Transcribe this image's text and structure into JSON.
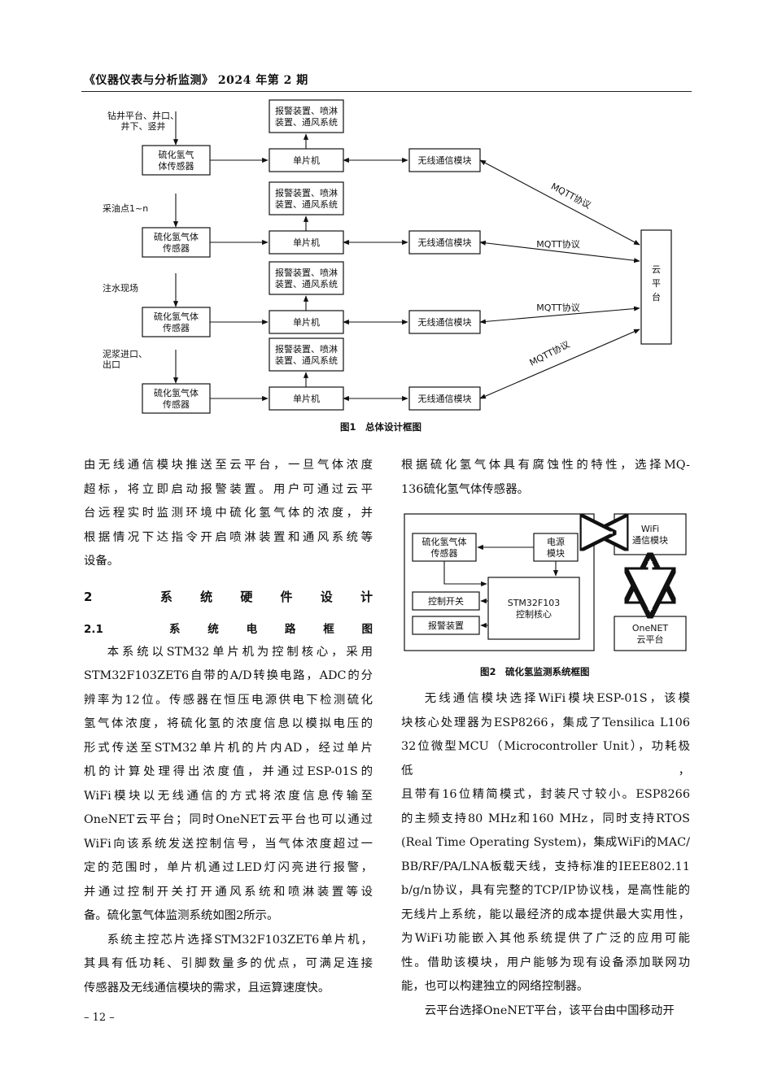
{
  "header": {
    "running_title": "《仪器仪表与分析监测》 2024 年第 2 期"
  },
  "figure1": {
    "caption": "图1　总体设计框图",
    "rows": [
      {
        "source_label": [
          "钻井平台、井口、",
          "井下、竖井"
        ],
        "sensor": [
          "硫化氢气",
          "体传感器"
        ],
        "actuator": [
          "报警装置、喷淋",
          "装置、通风系统"
        ],
        "mcu": "单片机",
        "wireless": "无线通信模块",
        "protocol": "MQTT协议"
      },
      {
        "source_label": [
          "采油点1~n"
        ],
        "sensor": [
          "硫化氢气体",
          "传感器"
        ],
        "actuator": [
          "报警装置、喷淋",
          "装置、通风系统"
        ],
        "mcu": "单片机",
        "wireless": "无线通信模块",
        "protocol": "MQTT协议"
      },
      {
        "source_label": [
          "注水现场"
        ],
        "sensor": [
          "硫化氢气体",
          "传感器"
        ],
        "actuator": [
          "报警装置、喷淋",
          "装置、通风系统"
        ],
        "mcu": "单片机",
        "wireless": "无线通信模块",
        "protocol": "MQTT协议"
      },
      {
        "source_label": [
          "泥浆进口、",
          "出口"
        ],
        "sensor": [
          "硫化氢气体",
          "传感器"
        ],
        "actuator": [
          "报警装置、喷淋",
          "装置、通风系统"
        ],
        "mcu": "单片机",
        "wireless": "无线通信模块",
        "protocol": "MQTT协议"
      }
    ],
    "cloud": [
      "云",
      "平",
      "台"
    ]
  },
  "figure2": {
    "caption": "图2　硫化氢监测系统框图",
    "sensor": [
      "硫化氢气体",
      "传感器"
    ],
    "power": [
      "电源",
      "模块"
    ],
    "core": [
      "STM32F103",
      "控制核心"
    ],
    "switch": "控制开关",
    "alarm": "报警装置",
    "wifi": [
      "WiFi",
      "通信模块"
    ],
    "onenet": [
      "OneNET",
      "云平台"
    ]
  },
  "left_column": {
    "para1": [
      "由无线通信模块推送至云平台，一旦气体浓度",
      "超标，将立即启动报警装置。用户可通过云平",
      "台远程实时监测环境中硫化氢气体的浓度，并",
      "根据情况下达指令开启喷淋装置和通风系统等",
      "设备。"
    ],
    "section_title": "2　系统硬件设计",
    "subsection_title": "2.1　系统电路框图",
    "para2": [
      "本系统以STM32单片机为控制核心，采用",
      "STM32F103ZET6自带的A/D转换电路，ADC的分",
      "辨率为12位。传感器在恒压电源供电下检测硫化",
      "氢气体浓度，将硫化氢的浓度信息以模拟电压的",
      "形式传送至STM32单片机的片内AD，经过单片",
      "机的计算处理得出浓度值，并通过ESP-01S的",
      "WiFi模块以无线通信的方式将浓度信息传输至",
      "OneNET云平台；同时OneNET云平台也可以通过",
      "WiFi向该系统发送控制信号，当气体浓度超过一",
      "定的范围时，单片机通过LED灯闪亮进行报警，",
      "并通过控制开关打开通风系统和喷淋装置等设",
      "备。硫化氢气体监测系统如图2所示。"
    ],
    "para3": [
      "系统主控芯片选择STM32F103ZET6单片机，",
      "其具有低功耗、引脚数量多的优点，可满足连接",
      "传感器及无线通信模块的需求，且运算速度快。"
    ]
  },
  "right_column": {
    "para1": [
      "根据硫化氢气体具有腐蚀性的特性，选择MQ-",
      "136硫化氢气体传感器。"
    ],
    "para2": [
      "无线通信模块选择WiFi模块ESP-01S，该模",
      "块核心处理器为ESP8266，集成了Tensilica L106",
      "32位微型MCU（Microcontroller Unit），功耗极低，",
      "且带有16位精简模式，封装尺寸较小。ESP8266",
      "的主频支持80 MHz和160 MHz，同时支持RTOS",
      "(Real Time Operating System)，集成WiFi的MAC/",
      "BB/RF/PA/LNA板载天线，支持标准的IEEE802.11",
      "b/g/n协议，具有完整的TCP/IP协议栈，是高性能的",
      "无线片上系统，能以最经济的成本提供最大实用性，",
      "为WiFi功能嵌入其他系统提供了广泛的应用可能",
      "性。借助该模块，用户能够为现有设备添加联网功",
      "能，也可以构建独立的网络控制器。"
    ],
    "para3": [
      "云平台选择OneNET平台，该平台由中国移动开"
    ]
  },
  "footer": {
    "page_number": "– 12 –"
  }
}
